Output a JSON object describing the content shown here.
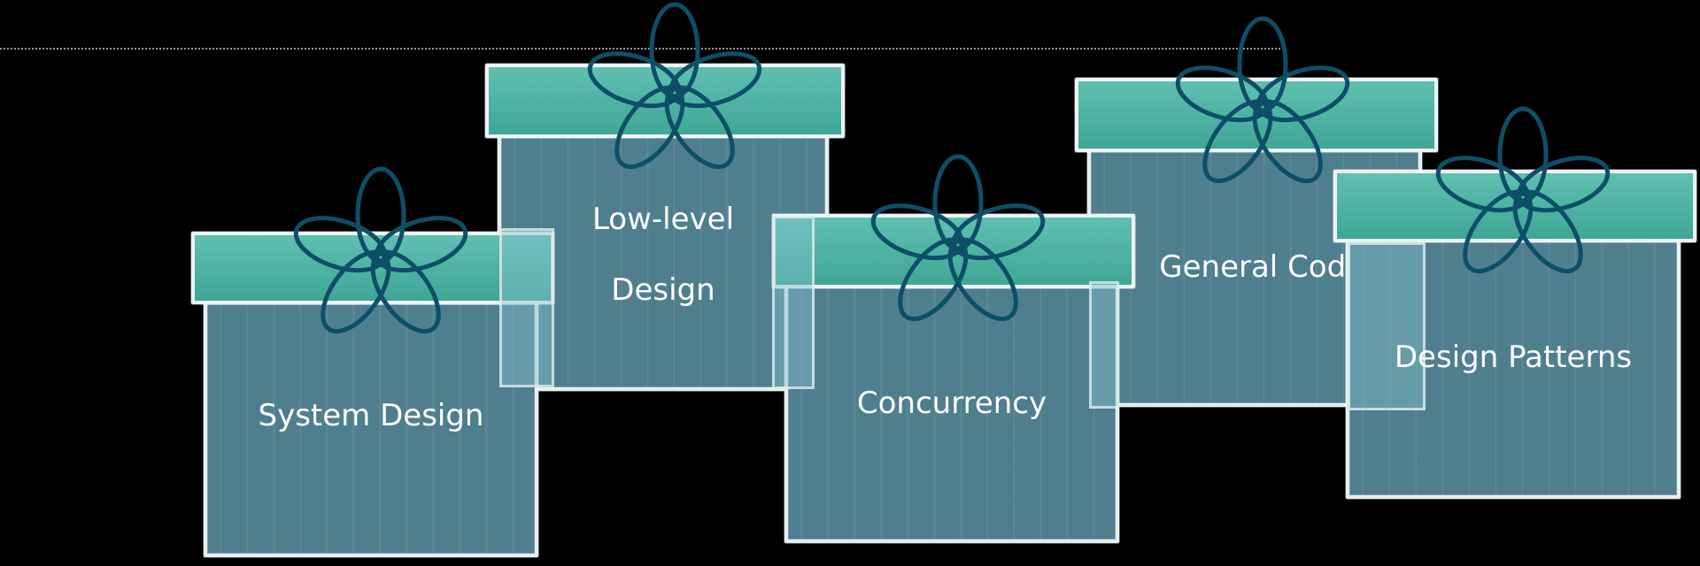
{
  "gifts": [
    {
      "label": "System Design",
      "color_box": "#4f7f8e",
      "color_lid": "#4fb3a4",
      "icon": "flower-bow-icon"
    },
    {
      "label_line1": "Low-level",
      "label_line2": "Design",
      "color_box": "#4f7f8e",
      "color_lid": "#4fb3a4",
      "icon": "flower-bow-icon"
    },
    {
      "label": "Concurrency",
      "color_box": "#4f7f8e",
      "color_lid": "#4fb3a4",
      "icon": "flower-bow-icon"
    },
    {
      "label": "General Coding",
      "color_box": "#4f7f8e",
      "color_lid": "#4fb3a4",
      "icon": "flower-bow-icon"
    },
    {
      "label": "Design Patterns",
      "color_box": "#4f7f8e",
      "color_lid": "#4fb3a4",
      "icon": "flower-bow-icon"
    }
  ],
  "colors": {
    "background": "#000000",
    "outline": "#e8eef0",
    "bow_stroke": "#0e4f68"
  }
}
